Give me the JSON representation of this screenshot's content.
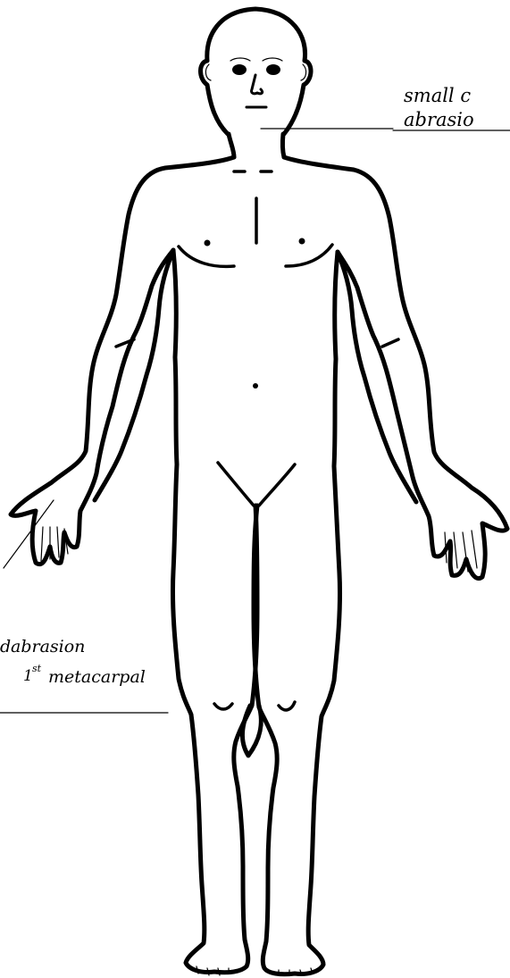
{
  "annotations": {
    "neck": {
      "line1": "small c",
      "line2": "abrasio"
    },
    "hand": {
      "line1": "abrasion",
      "superscript": "st",
      "number": "1",
      "line2": "metacarpal",
      "prefix": "d"
    }
  },
  "colors": {
    "ink": "#000000",
    "background": "#ffffff"
  }
}
